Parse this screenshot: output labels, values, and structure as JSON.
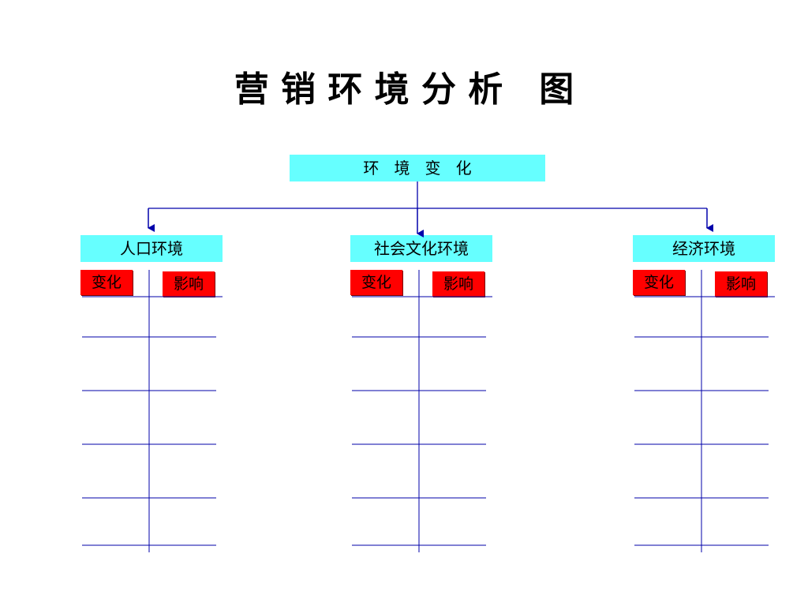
{
  "title": "营 销 环 境 分 析   图",
  "root": {
    "label": "环   境   变   化"
  },
  "categories": [
    {
      "label": "人口环境",
      "columns": [
        "变化",
        "影响"
      ]
    },
    {
      "label": "社会文化环境",
      "columns": [
        "变化",
        "影响"
      ]
    },
    {
      "label": "经济环境",
      "columns": [
        "变化",
        "影响"
      ]
    }
  ],
  "colors": {
    "box_fill": "#66ffff",
    "tag_fill": "#ff0000",
    "line": "#0000aa"
  }
}
